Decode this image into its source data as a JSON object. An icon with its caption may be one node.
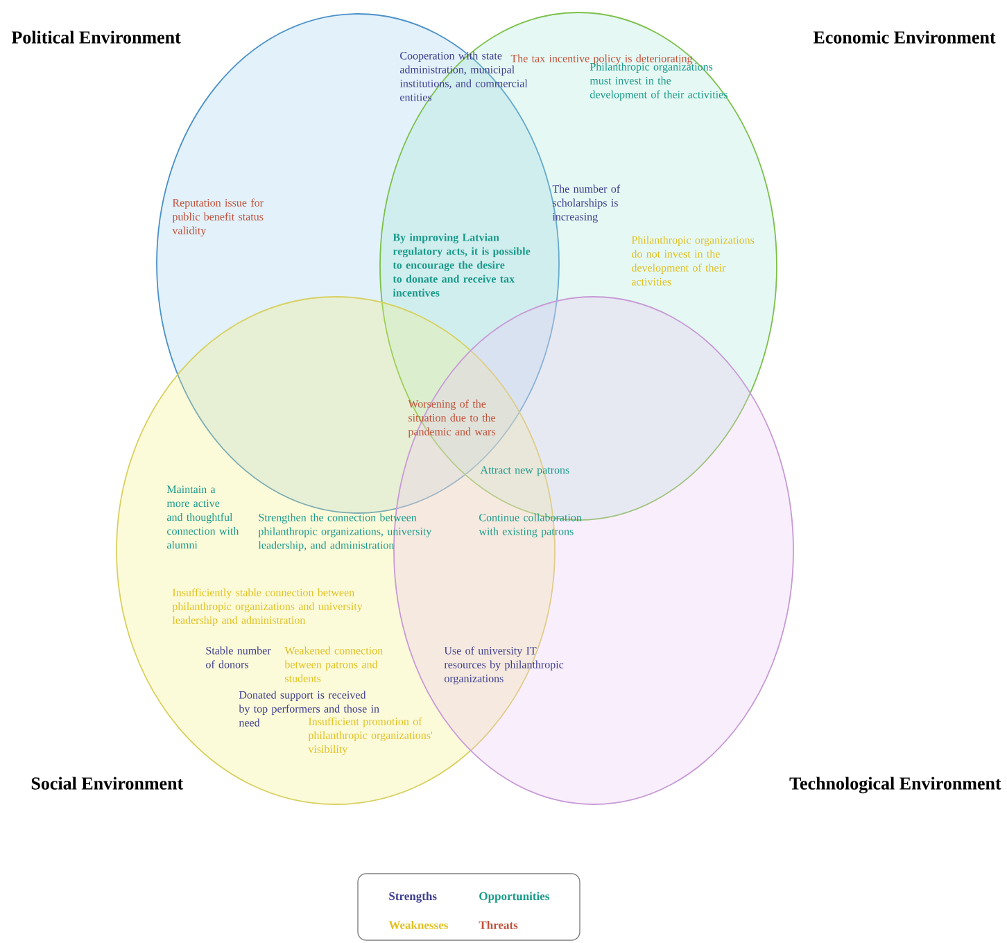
{
  "diagram": {
    "nodes": [
      {
        "text": [
          "Political Environment"
        ]
      },
      {
        "text": [
          "Economic Environment"
        ]
      },
      {
        "text": [
          "Social Environment"
        ]
      },
      {
        "text": [
          "Technological Environment"
        ]
      }
    ],
    "labels": [
      "The tax incentive policy is deteriorating",
      "Cooperation with state administration, municipal institutions, and commercial entities",
      "Philanthropic organizations must invest in the development of their activities",
      "Reputation issue for public benefit status validity",
      "The number of scholarships is increasing",
      "By improving Latvian regulatory acts, it is possible to encourage the desire to donate and receive tax incentives",
      "Philanthropic organizations do not invest in the development of their activities",
      "Worsening of the situation due to the pandemic and wars",
      "Attract new patrons",
      "Maintain a more active and thoughtful connection with alumni",
      "Strengthen the connection between philanthropic organizations, university leadership, and administration",
      "Continue collaboration with existing patrons",
      "Insufficiently stable connection between philanthropic organizations and university leadership and administration",
      "Stable number of donors",
      "Weakened connection between patrons and students",
      "Use of university IT resources by philanthropic organizations",
      "Donated support is received by top performers and those in need",
      "Insufficient promotion of philanthropic organizations' visibility"
    ],
    "legend": [
      {
        "text": "Strengths",
        "color": "#3d3d8f"
      },
      {
        "text": "Opportunities",
        "color": "#1a9a8a"
      },
      {
        "text": "Weaknesses",
        "color": "#e0c020"
      },
      {
        "text": "Threats",
        "color": "#c0503a"
      }
    ]
  }
}
